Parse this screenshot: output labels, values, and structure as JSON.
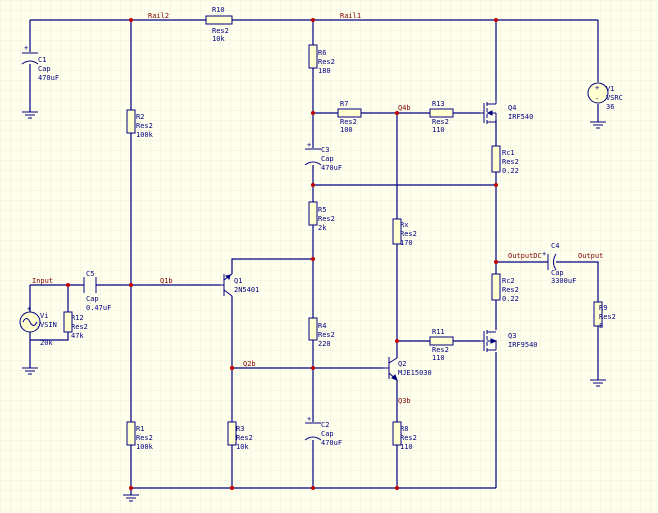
{
  "nets": {
    "rail2": "Rail2",
    "rail1": "Rail1",
    "input": "Input",
    "q1b": "Q1b",
    "q2b": "Q2b",
    "q3b": "Q3b",
    "q4b": "Q4b",
    "output_dc": "OutputDC",
    "output": "Output"
  },
  "components": {
    "C1": [
      "C1",
      "Cap",
      "470uF"
    ],
    "V1": [
      "V1",
      "VSRC",
      "36"
    ],
    "R10": [
      "R10",
      "Res2",
      "10k"
    ],
    "R6": [
      "R6",
      "Res2",
      "180"
    ],
    "R7": [
      "R7",
      "Res2",
      "100"
    ],
    "R13": [
      "R13",
      "Res2",
      "110"
    ],
    "Q4": [
      "Q4",
      "IRF540"
    ],
    "C3": [
      "C3",
      "Cap",
      "470uF"
    ],
    "Rc1": [
      "Rc1",
      "Res2",
      "0.22"
    ],
    "R2": [
      "R2",
      "Res2",
      "100k"
    ],
    "R5": [
      "R5",
      "Res2",
      "2k"
    ],
    "Rx": [
      "Rx",
      "Res2",
      "170"
    ],
    "C4": [
      "C4",
      "Cap",
      "3300uF"
    ],
    "Rc2": [
      "Rc2",
      "Res2",
      "0.22"
    ],
    "R9": [
      "R9",
      "Res2",
      "8"
    ],
    "Vi": [
      "Vi",
      "VSIN",
      "20k"
    ],
    "R12": [
      "R12",
      "Res2",
      "47k"
    ],
    "C5": [
      "C5",
      "Cap",
      "0.47uF"
    ],
    "Q1": [
      "Q1",
      "2N5401"
    ],
    "R4": [
      "R4",
      "Res2",
      "220"
    ],
    "R11": [
      "R11",
      "Res2",
      "110"
    ],
    "Q3": [
      "Q3",
      "IRF9540"
    ],
    "Q2": [
      "Q2",
      "MJE15030"
    ],
    "R1": [
      "R1",
      "Res2",
      "100k"
    ],
    "R3": [
      "R3",
      "Res2",
      "10k"
    ],
    "C2": [
      "C2",
      "Cap",
      "470uF"
    ],
    "R8": [
      "R8",
      "Res2",
      "110"
    ]
  }
}
